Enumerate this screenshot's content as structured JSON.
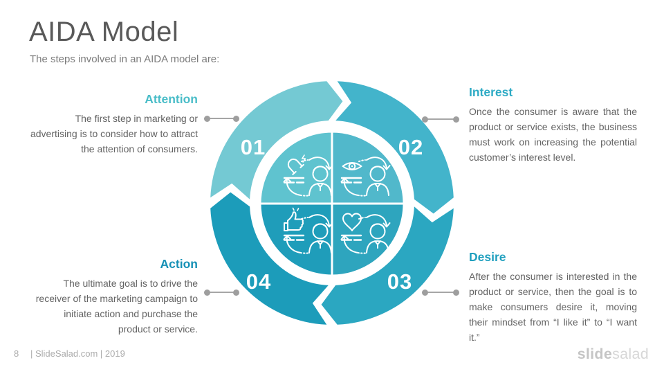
{
  "slide": {
    "title": "AIDA Model",
    "subtitle": "The steps involved in an AIDA model are:"
  },
  "steps": [
    {
      "id": "attention",
      "number": "01",
      "label": "Attention",
      "description": "The first step in marketing or advertising is to consider how to attract the attention of consumers.",
      "color": "#74C9D3",
      "inner_color": "#5FC3CF",
      "heading_color": "#4ABDC8",
      "icon": "magnet-icon"
    },
    {
      "id": "interest",
      "number": "02",
      "label": "Interest",
      "description": "Once the consumer is aware that the product or service exists, the business must work on increasing the potential customer’s interest level.",
      "color": "#43B4CB",
      "inner_color": "#51B8CB",
      "heading_color": "#2FABC5",
      "icon": "eye-icon"
    },
    {
      "id": "desire",
      "number": "03",
      "label": "Desire",
      "description": "After the consumer is interested in the product or service, then the goal is to make consumers desire it, moving their mindset from “I like it” to “I want it.”",
      "color": "#2BA7C1",
      "inner_color": "#2EA5BE",
      "heading_color": "#1F9FBE",
      "icon": "heart-icon"
    },
    {
      "id": "action",
      "number": "04",
      "label": "Action",
      "description": "The ultimate goal is to drive the receiver of the marketing campaign to initiate action and purchase the product or service.",
      "color": "#1C9CBA",
      "inner_color": "#1F9DBA",
      "heading_color": "#1590B5",
      "icon": "thumbs-up-icon"
    }
  ],
  "footer": {
    "page_number": "8",
    "credit": "| SlideSalad.com | 2019",
    "logo_bold": "slide",
    "logo_light": "salad"
  }
}
